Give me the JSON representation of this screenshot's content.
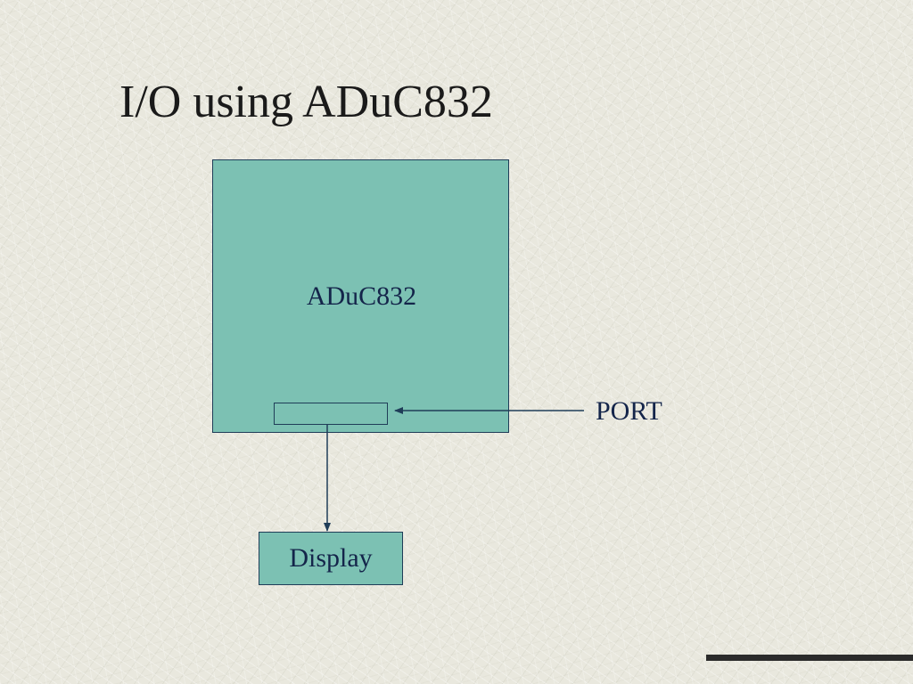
{
  "slide": {
    "title": "I/O using ADuC832"
  },
  "diagram": {
    "microcontroller_label": "ADuC832",
    "port_label": "PORT",
    "display_label": "Display"
  },
  "colors": {
    "block_fill": "#7cc1b3",
    "block_border": "#1f3d58",
    "text_dark": "#14254a",
    "background": "#e9e8de",
    "footer_bar": "#2b2b2b"
  }
}
